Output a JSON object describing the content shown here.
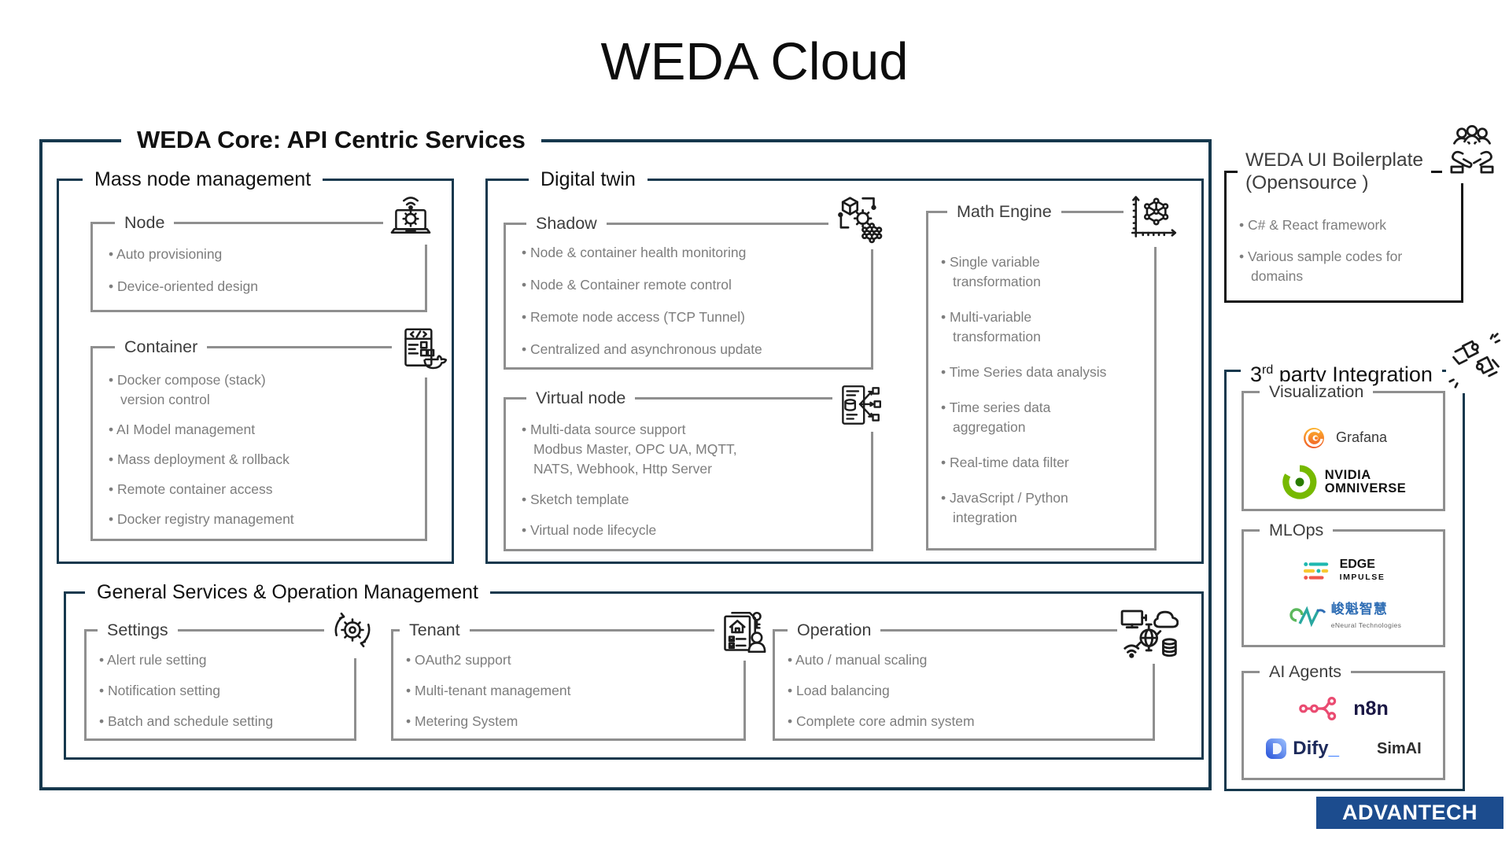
{
  "title": "WEDA Cloud",
  "colors": {
    "frame_navy": "#16384d",
    "frame_gray": "#8f8f8f",
    "bullet_gray": "#7d7d7d",
    "advantech_blue": "#1c4c8e",
    "grafana_orange": "#f46800",
    "nvidia_green": "#76b900",
    "edge_teal": "#1eb8b0",
    "edge_yellow": "#f8c832",
    "edge_coral": "#f0564b",
    "n8n_pink": "#ea4b71",
    "dify_blue": "#155eef",
    "eneural_blue": "#2e6db4"
  },
  "icons": [
    "laptop-gear-wifi-icon",
    "docker-code-icon",
    "digital-twin-icon",
    "virtual-node-icon",
    "math-engine-icon",
    "settings-sync-icon",
    "tenant-docs-icon",
    "operation-network-icon",
    "community-hands-icon",
    "puzzle-hands-icon"
  ],
  "core": {
    "label": "WEDA Core: API Centric Services",
    "mass_node": {
      "label": "Mass node management",
      "node": {
        "label": "Node",
        "bullets": [
          "Auto provisioning",
          "Device-oriented design"
        ]
      },
      "container": {
        "label": "Container",
        "bullets": [
          "Docker compose (stack)\nversion control",
          "AI Model management",
          "Mass deployment & rollback",
          "Remote container access",
          "Docker registry management"
        ]
      }
    },
    "digital_twin": {
      "label": "Digital twin",
      "shadow": {
        "label": "Shadow",
        "bullets": [
          "Node & container health monitoring",
          "Node & Container remote control",
          "Remote node access (TCP Tunnel)",
          "Centralized and asynchronous update"
        ]
      },
      "virtual_node": {
        "label": "Virtual node",
        "bullets": [
          "Multi-data source support\nModbus Master, OPC UA, MQTT,\nNATS, Webhook, Http Server",
          "Sketch template",
          "Virtual node lifecycle"
        ]
      },
      "math_engine": {
        "label": "Math Engine",
        "bullets": [
          "Single variable\ntransformation",
          "Multi-variable\ntransformation",
          "Time Series data analysis",
          "Time series data\naggregation",
          "Real-time data filter",
          "JavaScript / Python\nintegration"
        ]
      }
    },
    "general": {
      "label": "General Services & Operation Management",
      "settings": {
        "label": "Settings",
        "bullets": [
          "Alert rule setting",
          "Notification setting",
          "Batch and schedule setting"
        ]
      },
      "tenant": {
        "label": "Tenant",
        "bullets": [
          "OAuth2 support",
          "Multi-tenant management",
          "Metering System"
        ]
      },
      "operation": {
        "label": "Operation",
        "bullets": [
          "Auto / manual scaling",
          "Load balancing",
          "Complete core admin system"
        ]
      }
    }
  },
  "boilerplate": {
    "label": "WEDA UI Boilerplate\n(Opensource )",
    "bullets": [
      "C# & React framework",
      "Various sample codes for\ndomains"
    ]
  },
  "third_party": {
    "label_prefix": "3",
    "label_sup": "rd",
    "label_rest": " party Integration",
    "visualization": {
      "label": "Visualization",
      "grafana": "Grafana",
      "nvidia_line1": "NVIDIA",
      "nvidia_line2": "OMNIVERSE"
    },
    "mlops": {
      "label": "MLOps",
      "edge_line1": "EDGE",
      "edge_line2": "IMPULSE",
      "eneural_cn": "峻魁智慧",
      "eneural_en": "eNeural Technologies"
    },
    "ai_agents": {
      "label": "AI Agents",
      "n8n": "n8n",
      "dify": "Dify",
      "dify_underscore": "_",
      "simai": "SimAI"
    }
  },
  "footer": {
    "advantech": "ADVANTECH"
  }
}
